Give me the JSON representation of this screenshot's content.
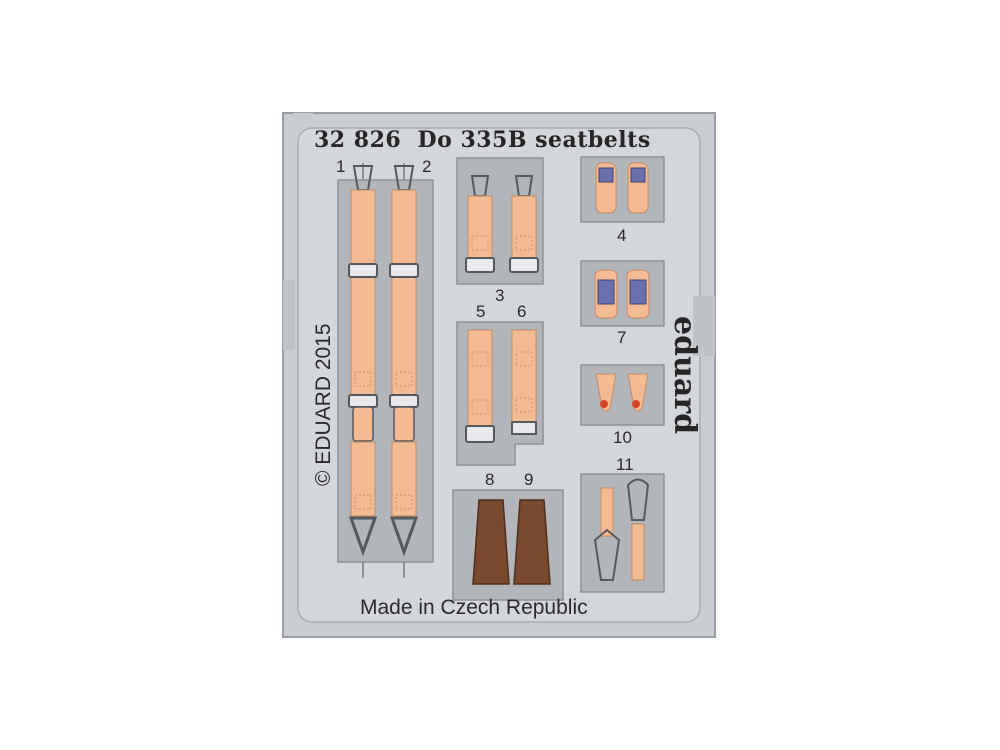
{
  "sheet": {
    "product_number": "32 826",
    "title": "Do 335B seatbelts",
    "copyright": "© EDUARD 2015",
    "brand": "eduard",
    "origin": "Made in Czech Republic"
  },
  "part_labels": {
    "p1": "1",
    "p2": "2",
    "p3": "3",
    "p4": "4",
    "p5": "5",
    "p6": "6",
    "p7": "7",
    "p8": "8",
    "p9": "9",
    "p10": "10",
    "p11": "11"
  },
  "colors": {
    "fret": "#cdd0d4",
    "fret_edge": "#9a9da2",
    "frame": "#b4b7bc",
    "strap": "#f4bb93",
    "leather": "#7a4a2e",
    "badge": "#6b6fae",
    "stitch_red": "#d2452c"
  }
}
